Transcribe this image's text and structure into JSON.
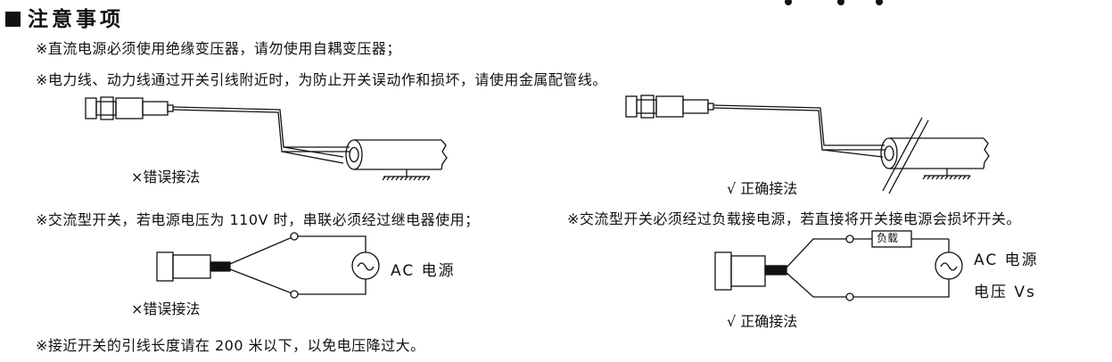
{
  "title": "注意事项",
  "notes": {
    "n1": "※直流电源必须使用绝缘变压器，请勿使用自耦变压器；",
    "n2": "※电力线、动力线通过开关引线附近时，为防止开关误动作和损坏，请使用金属配管线。",
    "n3": "※交流型开关，若电源电压为 110V 时，串联必须经过继电器使用；",
    "n4": "※交流型开关必须经过负载接电源，若直接将开关接电源会损坏开关。",
    "n5": "※接近开关的引线长度请在 200 米以下，以免电压降过大。"
  },
  "labels": {
    "wrong1": "×错误接法",
    "correct1": "√ 正确接法",
    "wrong2": "×错误接法",
    "correct2": "√ 正确接法",
    "ac1": "AC 电源",
    "ac2": "AC 电源",
    "voltage": "电压 Vs",
    "load": "负载"
  }
}
